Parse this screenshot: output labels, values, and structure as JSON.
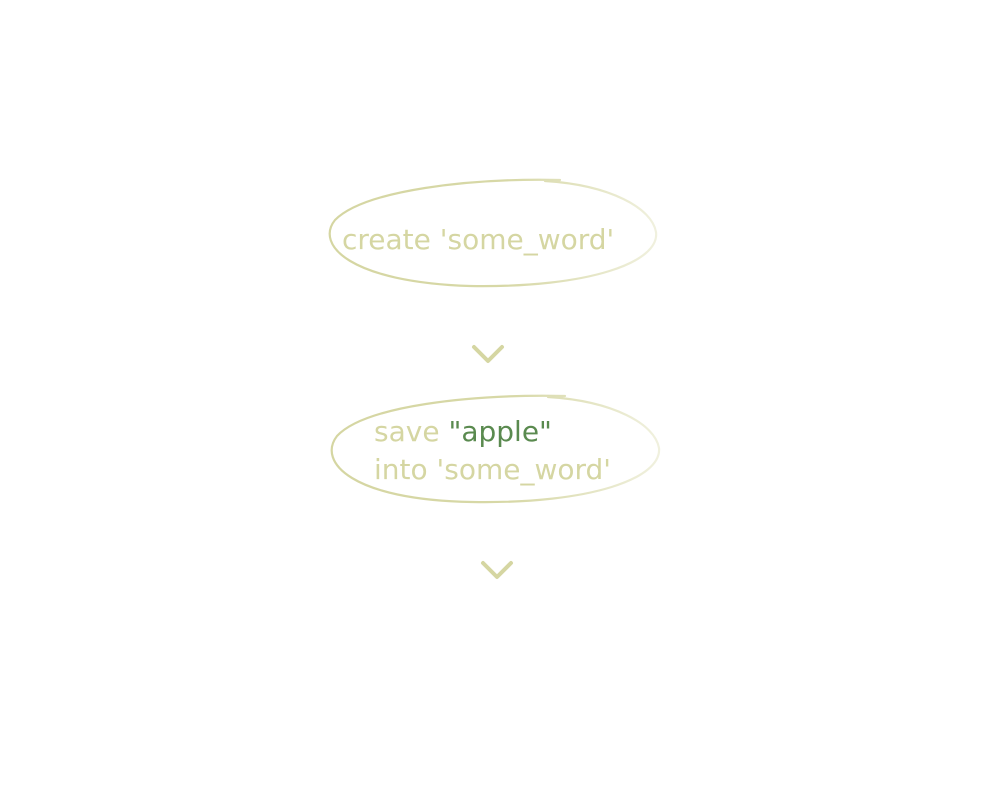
{
  "colors": {
    "stroke": "#d5d6a2",
    "text": "#d5d6a2",
    "literal": "#5a8a4f",
    "background": "#ffffff"
  },
  "nodes": [
    {
      "lines": [
        [
          {
            "text": "create 'some_word'",
            "kind": "keyword"
          }
        ]
      ]
    },
    {
      "lines": [
        [
          {
            "text": "save ",
            "kind": "keyword"
          },
          {
            "text": "\"apple\"",
            "kind": "literal"
          }
        ],
        [
          {
            "text": "into 'some_word'",
            "kind": "keyword"
          }
        ]
      ]
    }
  ],
  "arrows": [
    {
      "from": "node-1",
      "to": "node-2"
    },
    {
      "from": "node-2",
      "to": "next"
    }
  ]
}
